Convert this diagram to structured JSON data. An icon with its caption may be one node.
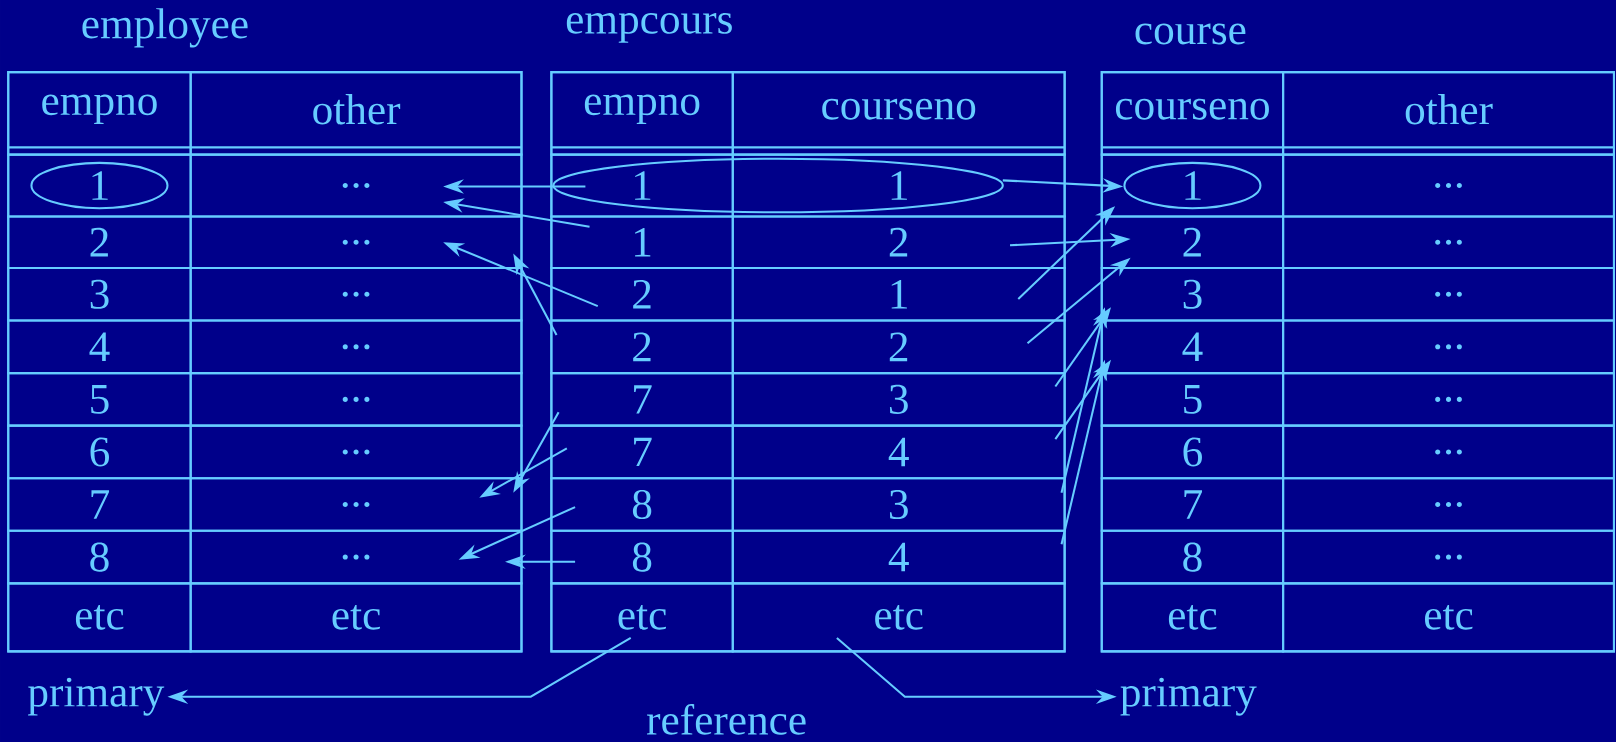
{
  "diagram": {
    "nodes": [
      {
        "text": [
          "employee"
        ]
      },
      {
        "text": [
          "empno",
          "other"
        ],
        "in": 0
      },
      {
        "text": [
          "1",
          "..."
        ],
        "in": 0
      },
      {
        "text": [
          "2",
          "..."
        ],
        "in": 0
      },
      {
        "text": [
          "3",
          "..."
        ],
        "in": 0
      },
      {
        "text": [
          "4",
          "..."
        ],
        "in": 0
      },
      {
        "text": [
          "5",
          "..."
        ],
        "in": 0
      },
      {
        "text": [
          "6",
          "..."
        ],
        "in": 0
      },
      {
        "text": [
          "7",
          "..."
        ],
        "in": 0
      },
      {
        "text": [
          "8",
          "..."
        ],
        "in": 0
      },
      {
        "text": [
          "etc",
          "etc"
        ],
        "in": 0
      },
      {
        "text": [
          "empcours"
        ]
      },
      {
        "text": [
          "empno",
          "courseno"
        ],
        "in": 11
      },
      {
        "text": [
          "1",
          "1"
        ],
        "in": 11
      },
      {
        "text": [
          "1",
          "2"
        ],
        "in": 11
      },
      {
        "text": [
          "2",
          "1"
        ],
        "in": 11
      },
      {
        "text": [
          "2",
          "2"
        ],
        "in": 11
      },
      {
        "text": [
          "7",
          "3"
        ],
        "in": 11
      },
      {
        "text": [
          "7",
          "4"
        ],
        "in": 11
      },
      {
        "text": [
          "8",
          "3"
        ],
        "in": 11
      },
      {
        "text": [
          "8",
          "4"
        ],
        "in": 11
      },
      {
        "text": [
          "etc",
          "etc"
        ],
        "in": 11
      },
      {
        "text": [
          "course"
        ]
      },
      {
        "text": [
          "courseno",
          "other"
        ],
        "in": 22
      },
      {
        "text": [
          "1",
          "..."
        ],
        "in": 22
      },
      {
        "text": [
          "2",
          "..."
        ],
        "in": 22
      },
      {
        "text": [
          "3",
          "..."
        ],
        "in": 22
      },
      {
        "text": [
          "4",
          "..."
        ],
        "in": 22
      },
      {
        "text": [
          "5",
          "..."
        ],
        "in": 22
      },
      {
        "text": [
          "6",
          "..."
        ],
        "in": 22
      },
      {
        "text": [
          "7",
          "..."
        ],
        "in": 22
      },
      {
        "text": [
          "8",
          "..."
        ],
        "in": 22
      },
      {
        "text": [
          "etc",
          "etc"
        ],
        "in": 22
      },
      {
        "text": [
          "primary"
        ]
      },
      {
        "text": [
          "primary"
        ]
      }
    ],
    "edges": [
      {
        "from": 13,
        "to": 2,
        "arrow": "to"
      },
      {
        "from": 14,
        "to": 2,
        "arrow": "to"
      },
      {
        "from": 15,
        "to": 3,
        "arrow": "to"
      },
      {
        "from": 16,
        "to": 3,
        "arrow": "to"
      },
      {
        "from": 17,
        "to": 8,
        "arrow": "to"
      },
      {
        "from": 18,
        "to": 8,
        "arrow": "to"
      },
      {
        "from": 19,
        "to": 9,
        "arrow": "to"
      },
      {
        "from": 20,
        "to": 9,
        "arrow": "to"
      },
      {
        "from": 13,
        "to": 24,
        "arrow": "to"
      },
      {
        "from": 14,
        "to": 25,
        "arrow": "to"
      },
      {
        "from": 15,
        "to": 24,
        "arrow": "to"
      },
      {
        "from": 16,
        "to": 25,
        "arrow": "to"
      },
      {
        "from": 17,
        "to": 26,
        "arrow": "to"
      },
      {
        "from": 18,
        "to": 27,
        "arrow": "to"
      },
      {
        "from": 19,
        "to": 26,
        "arrow": "to"
      },
      {
        "from": 20,
        "to": 27,
        "arrow": "to"
      },
      {
        "from": 21,
        "to": 33,
        "arrow": "to"
      },
      {
        "from": 21,
        "to": 34,
        "arrow": "to"
      }
    ],
    "labels": [
      "reference"
    ]
  }
}
